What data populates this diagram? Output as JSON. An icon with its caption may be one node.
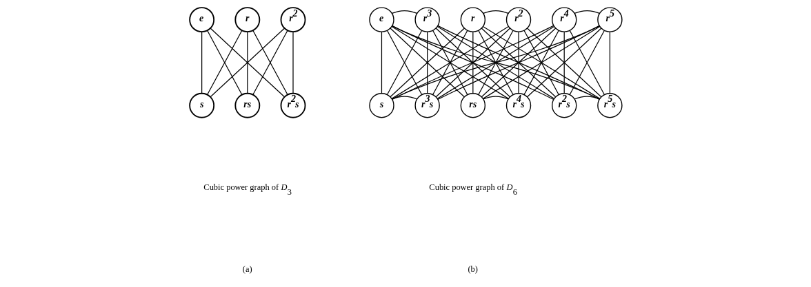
{
  "diagram": {
    "nodes": [
      {
        "text": [
          "e"
        ]
      },
      {
        "text": [
          "r"
        ]
      },
      {
        "text": [
          "r$^{2}$"
        ]
      },
      {
        "text": [
          "s"
        ]
      },
      {
        "text": [
          "rs"
        ]
      },
      {
        "text": [
          "r$^{2}$s"
        ]
      },
      {
        "text": [
          "e"
        ]
      },
      {
        "text": [
          "r$^{3}$"
        ]
      },
      {
        "text": [
          "r"
        ]
      },
      {
        "text": [
          "r$^{2}$"
        ]
      },
      {
        "text": [
          "r$^{4}$"
        ]
      },
      {
        "text": [
          "r$^{5}$"
        ]
      },
      {
        "text": [
          "s"
        ]
      },
      {
        "text": [
          "r$^{3}$s"
        ]
      },
      {
        "text": [
          "rs"
        ]
      },
      {
        "text": [
          "r$^{4}$s"
        ]
      },
      {
        "text": [
          "r$^{2}$s"
        ]
      },
      {
        "text": [
          "r$^{5}$s"
        ]
      }
    ],
    "edges": [
      {
        "from": 0,
        "to": 3,
        "arrow": "none"
      },
      {
        "from": 0,
        "to": 4,
        "arrow": "none"
      },
      {
        "from": 0,
        "to": 5,
        "arrow": "none"
      },
      {
        "from": 1,
        "to": 3,
        "arrow": "none"
      },
      {
        "from": 1,
        "to": 4,
        "arrow": "none"
      },
      {
        "from": 1,
        "to": 5,
        "arrow": "none"
      },
      {
        "from": 2,
        "to": 3,
        "arrow": "none"
      },
      {
        "from": 2,
        "to": 4,
        "arrow": "none"
      },
      {
        "from": 2,
        "to": 5,
        "arrow": "none"
      },
      {
        "from": 6,
        "to": 7,
        "arrow": "none"
      },
      {
        "from": 8,
        "to": 9,
        "arrow": "none"
      },
      {
        "from": 10,
        "to": 11,
        "arrow": "none"
      },
      {
        "from": 6,
        "to": 12,
        "arrow": "none"
      },
      {
        "from": 6,
        "to": 13,
        "arrow": "none"
      },
      {
        "from": 6,
        "to": 14,
        "arrow": "none"
      },
      {
        "from": 6,
        "to": 15,
        "arrow": "none"
      },
      {
        "from": 6,
        "to": 16,
        "arrow": "none"
      },
      {
        "from": 6,
        "to": 17,
        "arrow": "none"
      },
      {
        "from": 7,
        "to": 12,
        "arrow": "none"
      },
      {
        "from": 7,
        "to": 13,
        "arrow": "none"
      },
      {
        "from": 7,
        "to": 14,
        "arrow": "none"
      },
      {
        "from": 7,
        "to": 15,
        "arrow": "none"
      },
      {
        "from": 7,
        "to": 16,
        "arrow": "none"
      },
      {
        "from": 7,
        "to": 17,
        "arrow": "none"
      },
      {
        "from": 8,
        "to": 12,
        "arrow": "none"
      },
      {
        "from": 8,
        "to": 13,
        "arrow": "none"
      },
      {
        "from": 8,
        "to": 14,
        "arrow": "none"
      },
      {
        "from": 8,
        "to": 15,
        "arrow": "none"
      },
      {
        "from": 8,
        "to": 16,
        "arrow": "none"
      },
      {
        "from": 8,
        "to": 17,
        "arrow": "none"
      },
      {
        "from": 9,
        "to": 12,
        "arrow": "none"
      },
      {
        "from": 9,
        "to": 13,
        "arrow": "none"
      },
      {
        "from": 9,
        "to": 14,
        "arrow": "none"
      },
      {
        "from": 9,
        "to": 15,
        "arrow": "none"
      },
      {
        "from": 9,
        "to": 16,
        "arrow": "none"
      },
      {
        "from": 9,
        "to": 17,
        "arrow": "none"
      },
      {
        "from": 10,
        "to": 12,
        "arrow": "none"
      },
      {
        "from": 10,
        "to": 13,
        "arrow": "none"
      },
      {
        "from": 10,
        "to": 14,
        "arrow": "none"
      },
      {
        "from": 10,
        "to": 15,
        "arrow": "none"
      },
      {
        "from": 10,
        "to": 16,
        "arrow": "none"
      },
      {
        "from": 10,
        "to": 17,
        "arrow": "none"
      },
      {
        "from": 11,
        "to": 12,
        "arrow": "none"
      },
      {
        "from": 11,
        "to": 13,
        "arrow": "none"
      },
      {
        "from": 11,
        "to": 14,
        "arrow": "none"
      },
      {
        "from": 11,
        "to": 15,
        "arrow": "none"
      },
      {
        "from": 11,
        "to": 16,
        "arrow": "none"
      },
      {
        "from": 11,
        "to": 17,
        "arrow": "none"
      },
      {
        "from": 12,
        "to": 13,
        "arrow": "none"
      },
      {
        "from": 14,
        "to": 15,
        "arrow": "none"
      },
      {
        "from": 16,
        "to": 17,
        "arrow": "none"
      }
    ],
    "labels": [
      "Cubic power graph of *D*$_{3}$",
      "(a)",
      "Cubic power graph of *D*$_{6}$",
      "(b)"
    ]
  }
}
